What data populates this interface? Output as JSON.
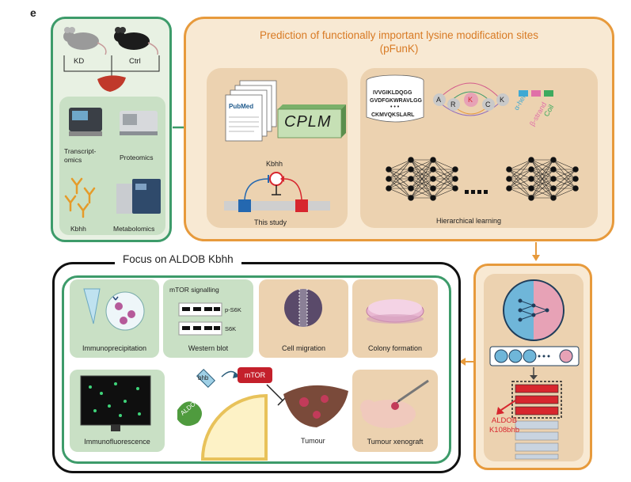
{
  "panel_label": "e",
  "omics": {
    "group_kd": "KD",
    "group_ctrl": "Ctrl",
    "transcriptomics": "Transcript-\nomics",
    "proteomics": "Proteomics",
    "kbhh": "Kbhh",
    "metabolomics": "Metabolomics"
  },
  "pfunk": {
    "title_line1": "Prediction of functionally important lysine modification sites",
    "title_line2": "(pFunK)",
    "pubmed": "PubMed",
    "cplm": "CPLM",
    "kbhh_label": "Kbhh",
    "this_study": "This study",
    "seq1": "IVVGIKLDQGG",
    "seq1_k": "K",
    "seq2": "GVDFGKWRAVLGG",
    "seq3": "CKMVQKSLARL",
    "seq_dots": "• • •",
    "graph_nodes": [
      "A",
      "R",
      "K",
      "C",
      "K"
    ],
    "ss_alpha": "α-helix",
    "ss_beta": "β-strand",
    "ss_coil": "Coil",
    "hierarchical": "Hierarchical learning"
  },
  "focus": {
    "title": "Focus on ALDOB Kbhh",
    "immunoprecipitation": "Immunoprecipitation",
    "mtor_signalling": "mTOR signalling",
    "p_s6k": "p-S6K",
    "s6k": "S6K",
    "western_blot": "Western blot",
    "cell_migration": "Cell migration",
    "colony_formation": "Colony formation",
    "immunofluorescence": "Immunofluorescence",
    "bhb": "bhb",
    "aldob": "ALDOB",
    "mtor": "mTOR",
    "tumour": "Tumour",
    "tumour_xenograft": "Tumour xenograft"
  },
  "right": {
    "aldob": "ALDOB",
    "site": "K108bhb"
  },
  "colors": {
    "green": "#3d9b6a",
    "orange": "#e79a3c",
    "tan": "#ecd2b0",
    "red": "#d7262e",
    "blue": "#2468b0"
  }
}
